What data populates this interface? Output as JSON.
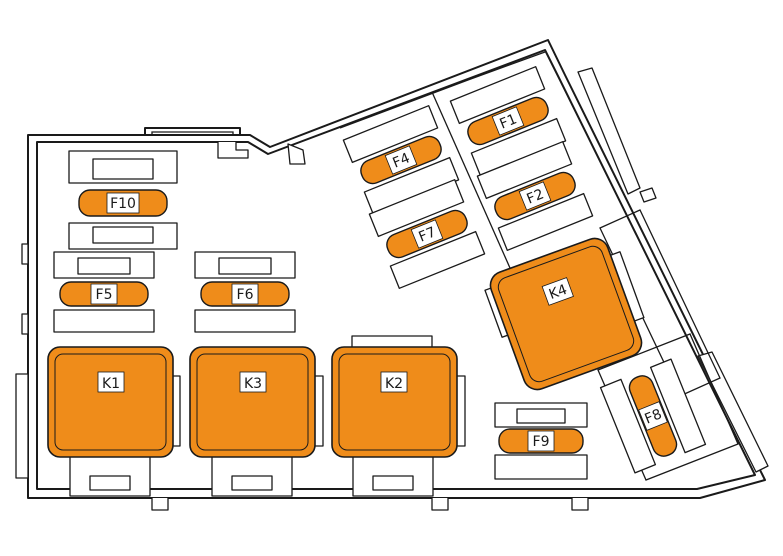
{
  "colors": {
    "component_fill": "#ef8c1a",
    "outline": "#1a1a1a",
    "background": "#ffffff"
  },
  "fuses": [
    {
      "id": "F1",
      "label": "F1"
    },
    {
      "id": "F2",
      "label": "F2"
    },
    {
      "id": "F4",
      "label": "F4"
    },
    {
      "id": "F5",
      "label": "F5"
    },
    {
      "id": "F6",
      "label": "F6"
    },
    {
      "id": "F7",
      "label": "F7"
    },
    {
      "id": "F8",
      "label": "F8"
    },
    {
      "id": "F9",
      "label": "F9"
    },
    {
      "id": "F10",
      "label": "F10"
    }
  ],
  "relays": [
    {
      "id": "K1",
      "label": "K1"
    },
    {
      "id": "K2",
      "label": "K2"
    },
    {
      "id": "K3",
      "label": "K3"
    },
    {
      "id": "K4",
      "label": "K4"
    }
  ]
}
